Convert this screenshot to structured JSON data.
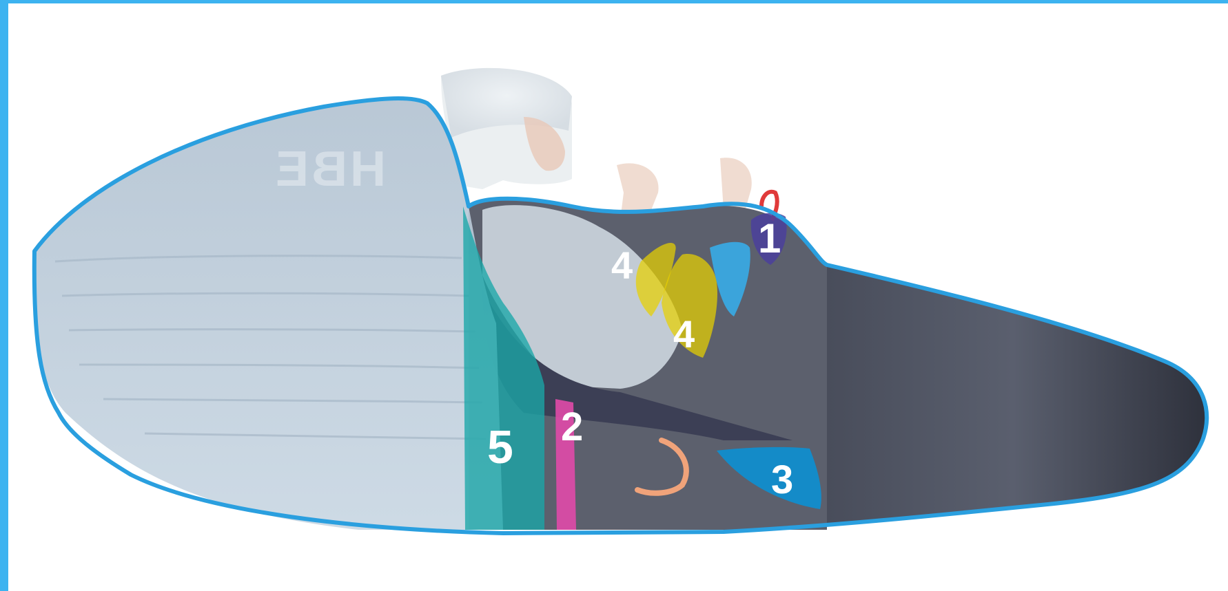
{
  "colors": {
    "frame": "#3db3f0",
    "outline": "#2a9fdf",
    "zone_1": "#4a3f9c",
    "zone_2": "#e04aa8",
    "zone_3": "#0e8fd0",
    "zone_4": "#e8d000",
    "zone_5": "#1aa7a8",
    "accent_blue": "#35b0ee"
  },
  "labels": {
    "zone_1": "1",
    "zone_2": "2",
    "zone_3": "3",
    "zone_4_upper": "4",
    "zone_4_lower": "4",
    "zone_5": "5"
  },
  "watermark": {
    "logo_text": "HBE"
  }
}
